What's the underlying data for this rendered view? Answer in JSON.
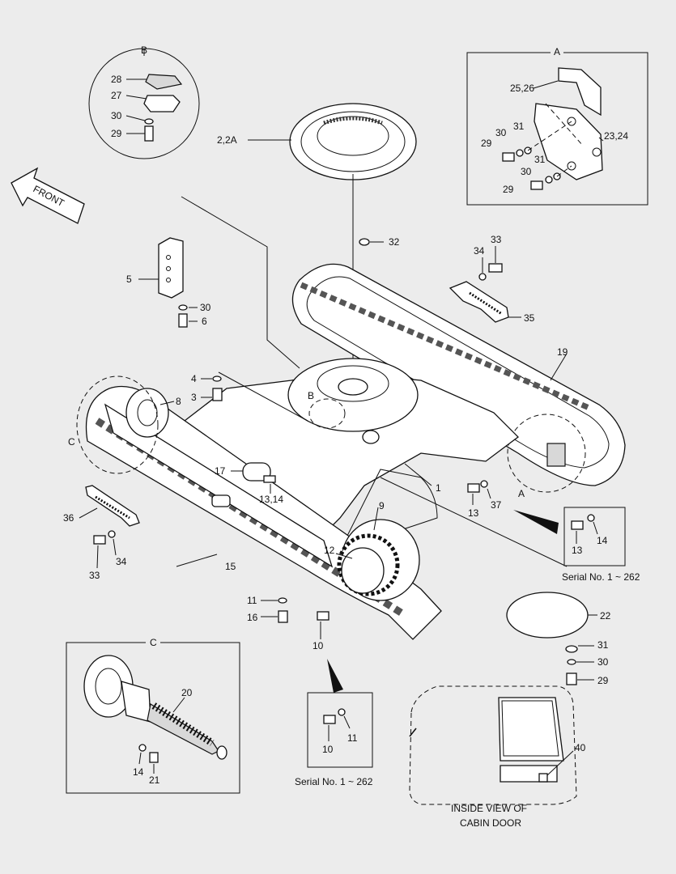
{
  "labels": {
    "p28": "28",
    "p27": "27",
    "p30a": "30",
    "p29a": "29",
    "p2": "2,2A",
    "p2526": "25,26",
    "p30b": "30",
    "p31a": "31",
    "p29b": "29",
    "p2324": "23,24",
    "p31b": "31",
    "p30c": "30",
    "p29c": "29",
    "p32": "32",
    "p34a": "34",
    "p33a": "33",
    "p5": "5",
    "p30d": "30",
    "p6": "6",
    "p35": "35",
    "p19": "19",
    "p4": "4",
    "p3": "3",
    "p8": "8",
    "p17": "17",
    "p1314a": "13,14",
    "p1": "1",
    "p13a": "13",
    "p37": "37",
    "p36": "36",
    "p34b": "34",
    "p33b": "33",
    "p9": "9",
    "p12": "12",
    "p15": "15",
    "p13b": "13",
    "p14a": "14",
    "p11a": "11",
    "p16": "16",
    "p10a": "10",
    "p22": "22",
    "p31c": "31",
    "p30e": "30",
    "p29d": "29",
    "p20": "20",
    "p14b": "14",
    "p21": "21",
    "p10b": "10",
    "p11b": "11",
    "p40": "40"
  },
  "callouts": {
    "b_top": "B",
    "a_top": "A",
    "c_top": "C",
    "b_main": "B",
    "c_main": "C",
    "a_main": "A"
  },
  "front_label": "FRONT",
  "serial_1": "Serial No. 1 ~ 262",
  "serial_2": "Serial No. 1 ~ 262",
  "cabin_caption_1": "INSIDE VIEW OF",
  "cabin_caption_2": "CABIN DOOR"
}
